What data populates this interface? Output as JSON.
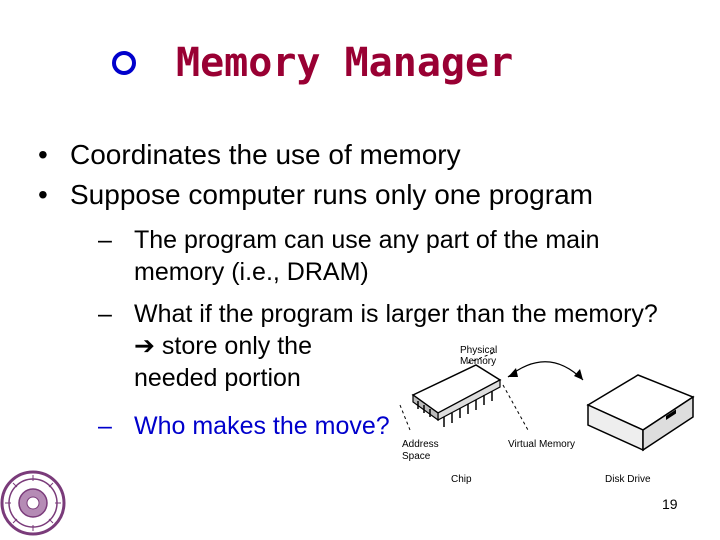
{
  "title": "Memory Manager",
  "bullets": [
    "Coordinates the use of memory",
    "Suppose computer runs only one program"
  ],
  "sub": {
    "s1_line1": "The program can use any part of the main",
    "s1_line2": "memory (i.e., DRAM)",
    "s2_line1": "What if the program is larger than the memory?",
    "s2_arrow_line1": "store only the",
    "s2_arrow_line2": "needed portion",
    "s3": "Who makes the move?",
    "dash": "–"
  },
  "figure": {
    "physical_memory_line1": "Physical",
    "physical_memory_line2": "Memory",
    "address_space_line1": "Address",
    "address_space_line2": "Space",
    "virtual_memory": "Virtual Memory",
    "chip": "Chip",
    "disk_drive": "Disk Drive"
  },
  "page_number": "19",
  "colors": {
    "title": "#990033",
    "accent": "#0000cc"
  }
}
